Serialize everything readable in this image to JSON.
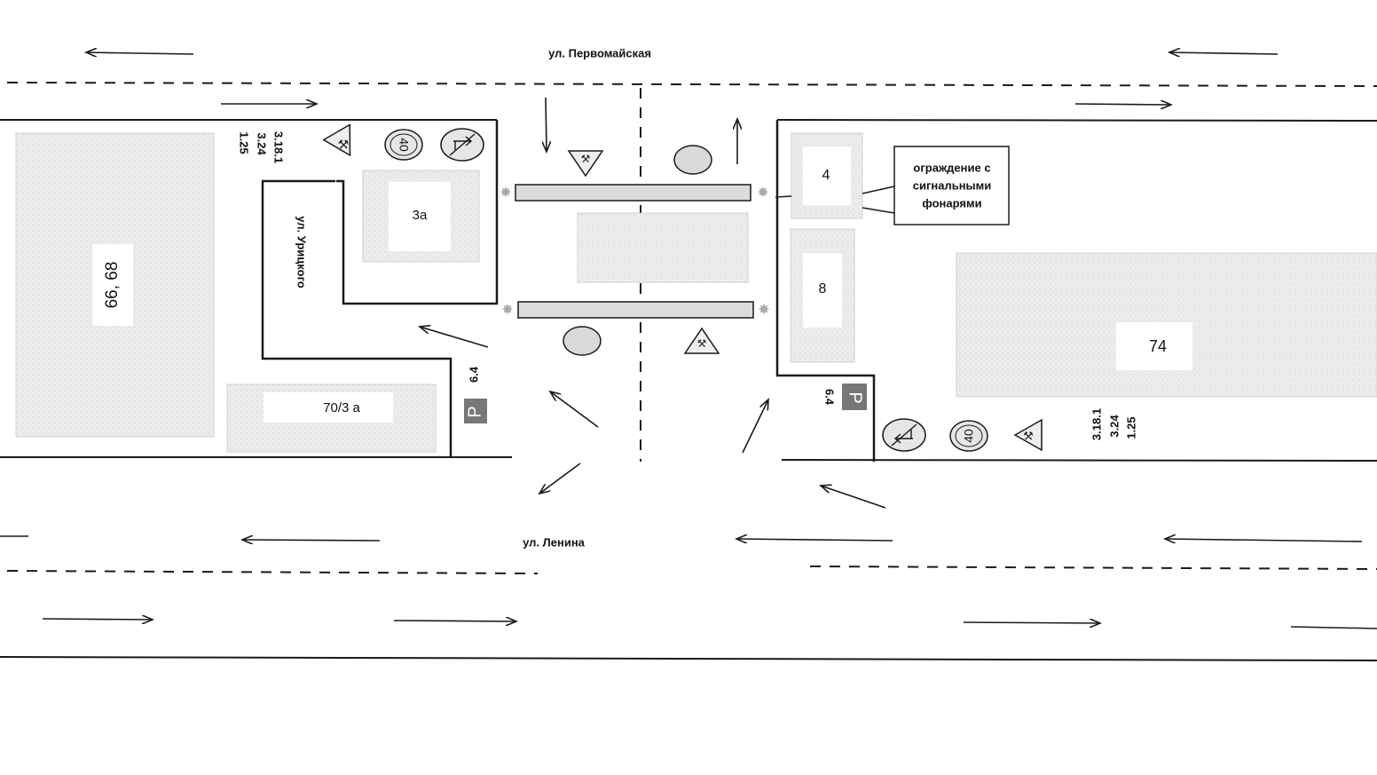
{
  "streets": {
    "top": "ул. Первомайская",
    "bottom": "ул. Ленина",
    "side": "ул. Урицкого"
  },
  "buildings": {
    "b_66_68": "66, 68",
    "b_3a": "3а",
    "b_70_3a": "70/3 а",
    "b_4": "4",
    "b_8": "8",
    "b_74": "74"
  },
  "callout": {
    "line1": "ограждение с",
    "line2": "сигнальными",
    "line3": "фонарями"
  },
  "sign_groups": {
    "left": {
      "l1": "3.18.1",
      "l2": "3.24",
      "l3": "1.25"
    },
    "right": {
      "l1": "3.18.1",
      "l2": "3.24",
      "l3": "1.25"
    }
  },
  "speed_limit": "40",
  "parking": {
    "symbol": "P",
    "left_code": "6.4",
    "right_code": "6.4"
  },
  "colors": {
    "line": "#1a1a1a",
    "building_fill": "#ececec",
    "label_fill": "#ffffff",
    "sign_fill": "#d9d9d9",
    "barrier_fill": "#dcdcdc"
  }
}
